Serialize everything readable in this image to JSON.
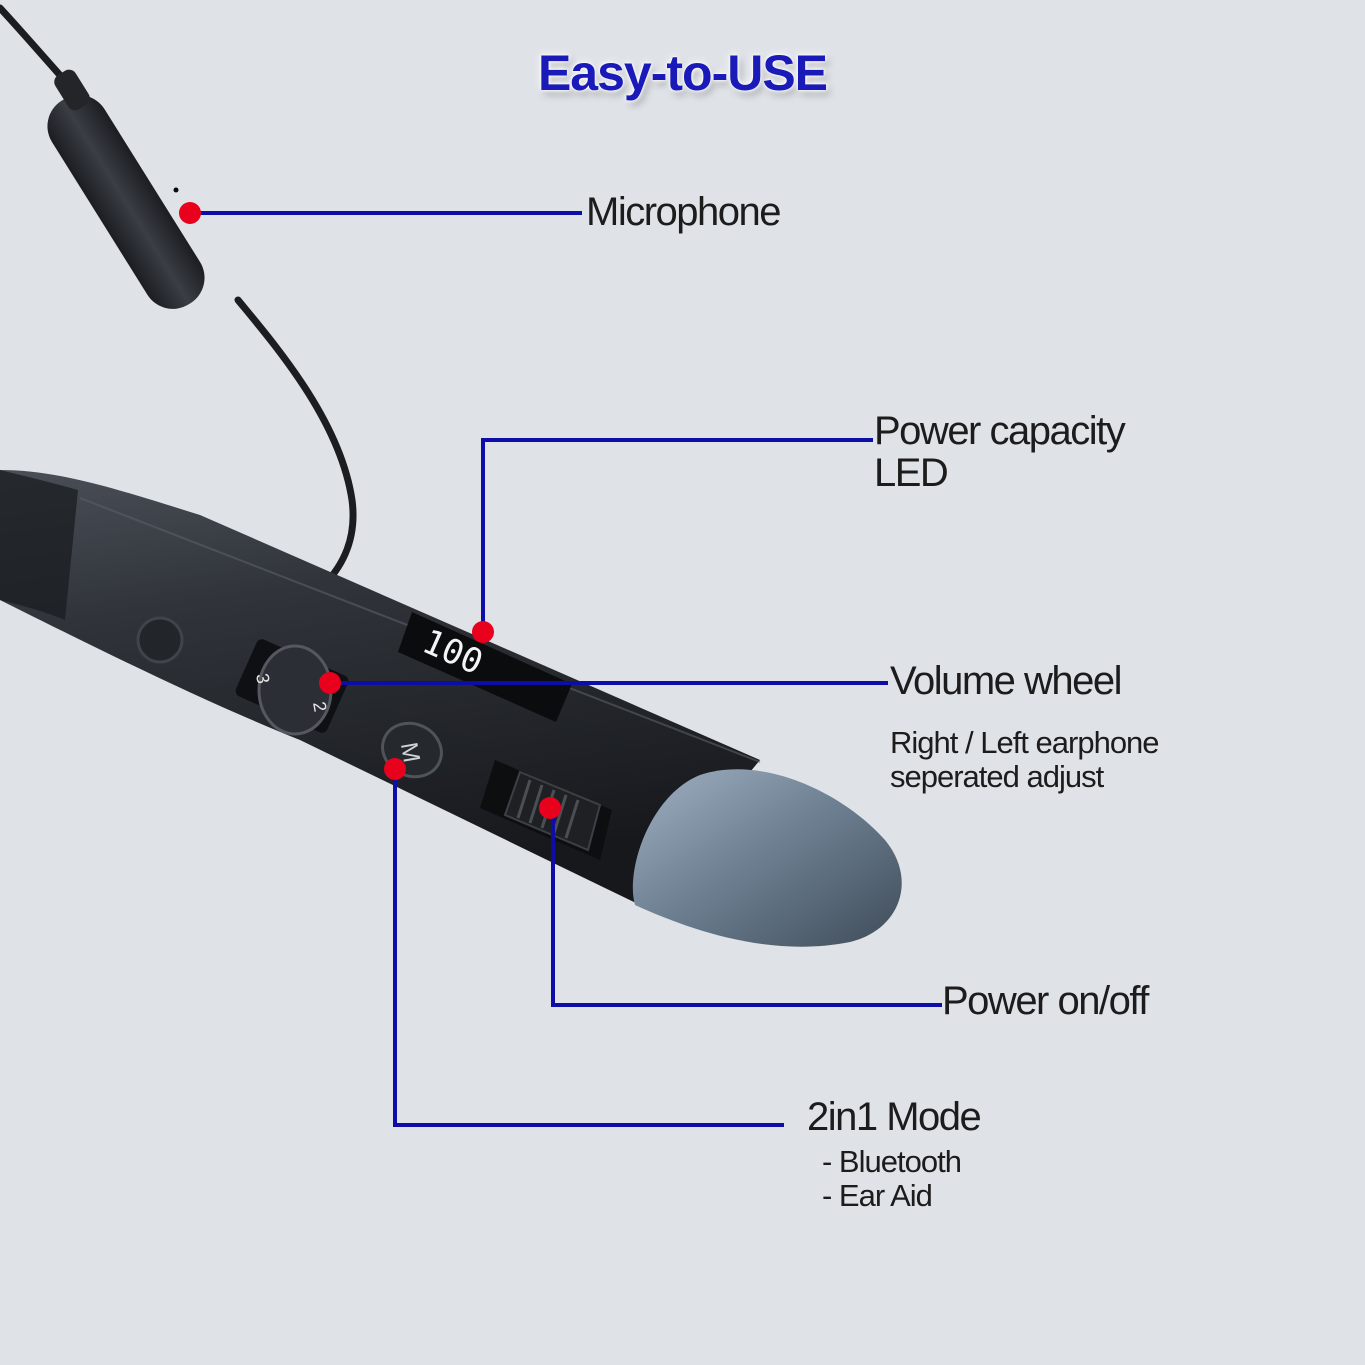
{
  "title": "Easy-to-USE",
  "callouts": {
    "microphone": {
      "label": "Microphone"
    },
    "power_led": {
      "label_line1": "Power capacity",
      "label_line2": "LED",
      "display_digits": "100"
    },
    "volume": {
      "label": "Volume wheel",
      "sub_line1": "Right / Left earphone",
      "sub_line2": "seperated adjust",
      "dial_marks": [
        "3",
        "2"
      ]
    },
    "power": {
      "label": "Power on/off"
    },
    "mode": {
      "label": "2in1 Mode",
      "items": [
        "- Bluetooth",
        "- Ear Aid"
      ],
      "button_letter": "M"
    }
  },
  "colors": {
    "background": "#dfe3e8",
    "title": "#1a1ab8",
    "leader_line": "#0d0da8",
    "marker_dot": "#e8001c",
    "device_body": "#2a2d33",
    "device_cap": "#6f8294"
  }
}
